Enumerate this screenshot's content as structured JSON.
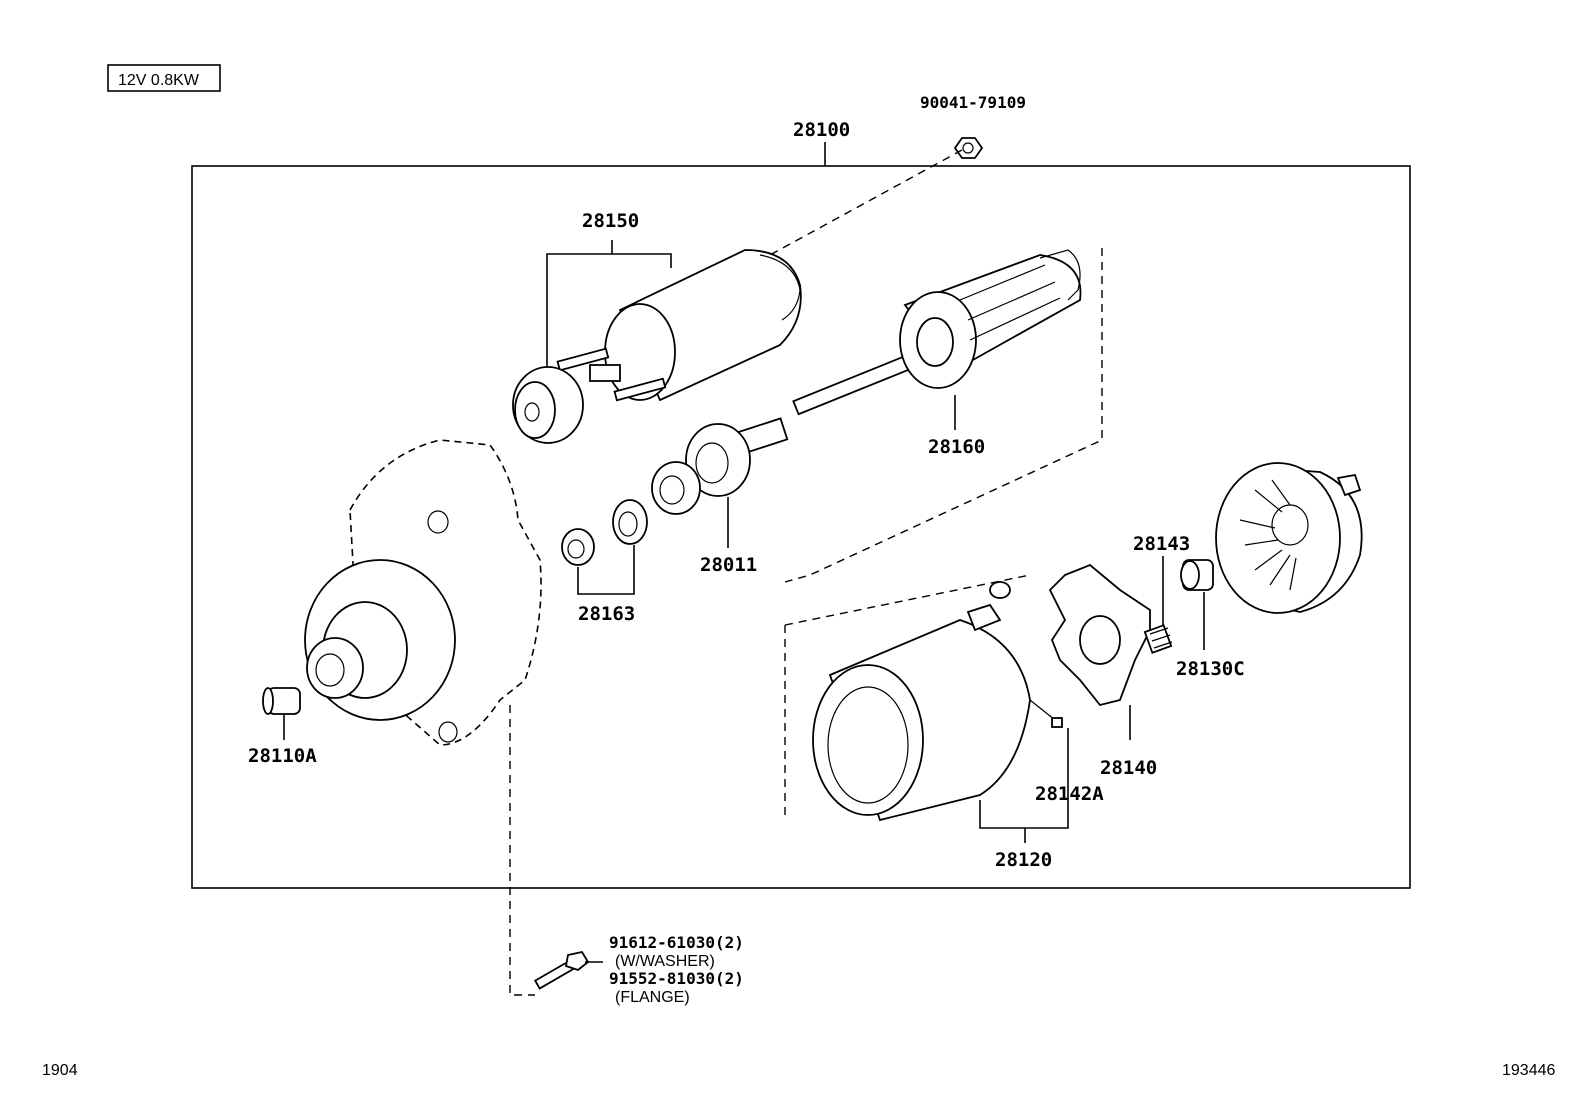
{
  "header": {
    "spec_box": "12V  0.8KW"
  },
  "labels": {
    "assembly": "28100",
    "nut": "90041-79109",
    "solenoid": "28150",
    "armature": "28160",
    "clutch": "28011",
    "retainer": "28163",
    "bushing_front": "28110A",
    "spring": "28143",
    "bushing_rear": "28130C",
    "brush_holder": "28140",
    "brush": "28142A",
    "yoke": "28120",
    "bolt_1": "91612-61030(2)",
    "bolt_1_note": "(W/WASHER)",
    "bolt_2": "91552-81030(2)",
    "bolt_2_note": "(FLANGE)"
  },
  "footer": {
    "left_code": "1904",
    "right_code": "193446"
  }
}
